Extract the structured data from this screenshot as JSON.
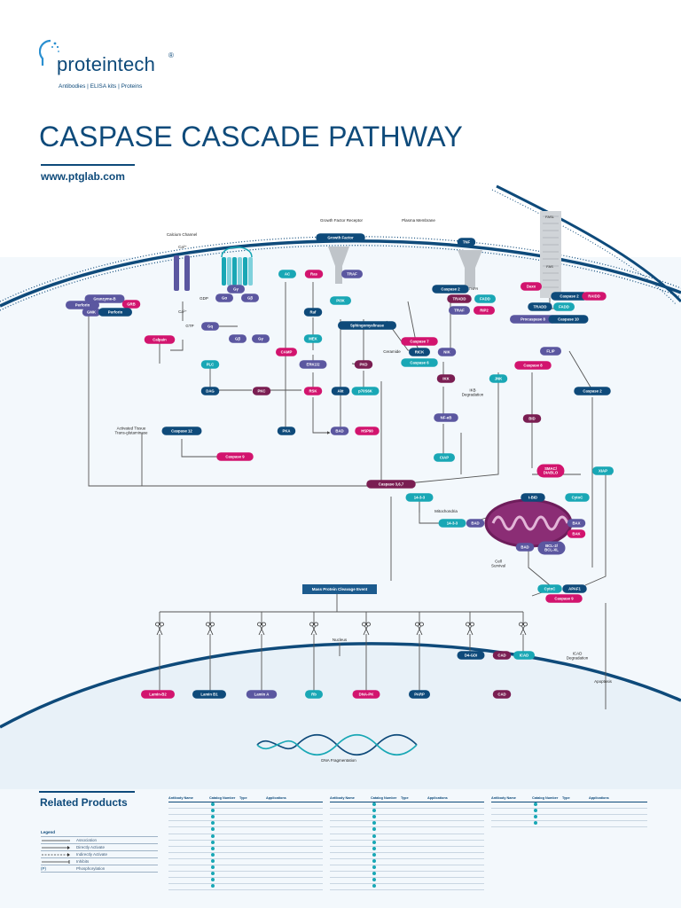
{
  "brand": {
    "name": "proteintech",
    "registered": "®",
    "tagline": "Antibodies  |  ELISA kits  |  Proteins"
  },
  "title": "CASPASE CASCADE PATHWAY",
  "url": "www.ptglab.com",
  "colors": {
    "navy": "#0e4a7a",
    "dark_navy": "#0c3b6a",
    "purple": "#5b57a0",
    "magenta": "#d2146e",
    "teal": "#19a7b5",
    "maroon": "#7a1e52",
    "membrane": "#0e4a7a",
    "cytoplasm": "#f3f8fc"
  },
  "diagram": {
    "labels": {
      "calcium_channel": "Calcium Channel",
      "gf_receptor": "Growth Factor Receptor",
      "plasma_membrane": "Plasma Membrane",
      "ca_out": "Ca²⁺",
      "ca_in": "Ca²⁺",
      "gdp": "GDP",
      "gtp": "GTP",
      "tissue_tg": "Activated Tissue\nTrans-glutaminase",
      "ceramide": "Ceramide",
      "ikb_deg": "IKB\nDegradation",
      "mitochondria": "Mitochondria",
      "cell_survival": "Cell\nSurvival",
      "nucleus": "Nucleus",
      "icad_deg": "ICAD\nDegradation",
      "apoptosis": "Apoptosis",
      "dna_frag": "DNA Fragmentation",
      "fasl": "FASL",
      "fas": "FAS",
      "tnfr": "TNFR"
    },
    "nodes": {
      "perforin1": "Perforin",
      "granzymeb": "Granzyme-B",
      "grb": "GRB",
      "gmk": "GMK",
      "perforin2": "Perforin",
      "gamma": "Gγ",
      "galpha": "Gα",
      "gbeta": "Gβ",
      "gq": "Gq",
      "gb2": "Gβ",
      "gy2": "Gγ",
      "calpain": "Calpain",
      "plc": "PLC",
      "dag": "DAG",
      "pkc": "PKC",
      "caspase12": "Caspase 12",
      "caspase9a": "Caspase 9",
      "growth_factor": "Growth Factor",
      "ac": "AC",
      "ras": "Ras",
      "traf_gf": "TRAF",
      "pi3k": "PI3K",
      "raf": "Raf",
      "mek": "MEK",
      "erk": "ERK1/2",
      "camp": "CAMP",
      "rsk": "RSK",
      "pka": "PKA",
      "akt": "Akt",
      "p70s6k": "p70S6K",
      "pkd": "PKD",
      "bad1": "BAD",
      "hsp90": "HSP90",
      "sphingo": "Sphingomyelinase",
      "tnf": "TNF",
      "caspase2a": "Caspase 2",
      "tradd1": "TRADD",
      "fadd1": "FADD",
      "traf2": "TRAF",
      "rip2": "RIP2",
      "caspase7": "Caspase 7",
      "rick": "RICK",
      "caspase6": "Caspase 6",
      "nik": "NIK",
      "ikk": "IKK",
      "nfkb": "NF-κB",
      "ciap": "CIAP",
      "jnk": "JNK",
      "daxx": "Daxx",
      "caspase2b": "Caspase 2",
      "raidd": "RAIDD",
      "tradd2": "TRADD",
      "fadd2": "FADD",
      "procaspase8": "Procaspase 8",
      "caspase10": "Caspase 10",
      "flip": "FLIP",
      "caspase8": "Caspase 8",
      "caspase2c": "Caspase 2",
      "bid": "BID",
      "smac": "SMAC/\nDIABLO",
      "xiap": "XIAP",
      "casp367": "Caspase 3,6,7",
      "p1433a": "14-3-3",
      "p1433b": "14-3-3",
      "bad2": "BAD",
      "tbid": "t-BID",
      "cytoc1": "CytoC",
      "bax": "BAX",
      "bak": "BAK",
      "bad3": "BAD",
      "bcl2": "BCL-2/\nBCL-XL",
      "cytoc2": "CytoC",
      "apaf1": "APAF1",
      "caspase9b": "Caspase 9",
      "mass_cleavage": "Mass Protein Cleavage Event",
      "d4gdi": "D4-GDI",
      "cad1": "CAD",
      "icad": "ICAD",
      "laminb2": "Lamin-B2",
      "laminb1": "Lamin B1",
      "lamina": "Lamin A",
      "rb": "Rb",
      "dnapk": "DNA-PK",
      "parp": "PARP",
      "cad2": "CAD"
    }
  },
  "related_products": {
    "heading": "Related Products",
    "legend": {
      "title": "Legend",
      "rows": [
        "Association",
        "Directly Activate",
        "Indirectly Activate",
        "Inhibits",
        "Phosphorylation"
      ],
      "phos_key": "(P)"
    },
    "tables": [
      {
        "headers": [
          "Antibody Name",
          "Catalog Number",
          "Type",
          "Applications"
        ],
        "rows": [
          [
            "",
            "",
            "",
            ""
          ],
          [
            "",
            "",
            "",
            ""
          ],
          [
            "",
            "",
            "",
            ""
          ],
          [
            "",
            "",
            "",
            ""
          ],
          [
            "",
            "",
            "",
            ""
          ],
          [
            "",
            "",
            "",
            ""
          ],
          [
            "",
            "",
            "",
            ""
          ],
          [
            "",
            "",
            "",
            ""
          ],
          [
            "",
            "",
            "",
            ""
          ],
          [
            "",
            "",
            "",
            ""
          ],
          [
            "",
            "",
            "",
            ""
          ],
          [
            "",
            "",
            "",
            ""
          ],
          [
            "",
            "",
            "",
            ""
          ],
          [
            "",
            "",
            "",
            ""
          ]
        ]
      },
      {
        "headers": [
          "Antibody Name",
          "Catalog Number",
          "Type",
          "Applications"
        ],
        "rows": [
          [
            "",
            "",
            "",
            ""
          ],
          [
            "",
            "",
            "",
            ""
          ],
          [
            "",
            "",
            "",
            ""
          ],
          [
            "",
            "",
            "",
            ""
          ],
          [
            "",
            "",
            "",
            ""
          ],
          [
            "",
            "",
            "",
            ""
          ],
          [
            "",
            "",
            "",
            ""
          ],
          [
            "",
            "",
            "",
            ""
          ],
          [
            "",
            "",
            "",
            ""
          ],
          [
            "",
            "",
            "",
            ""
          ],
          [
            "",
            "",
            "",
            ""
          ],
          [
            "",
            "",
            "",
            ""
          ],
          [
            "",
            "",
            "",
            ""
          ],
          [
            "",
            "",
            "",
            ""
          ]
        ]
      },
      {
        "headers": [
          "Antibody Name",
          "Catalog Number",
          "Type",
          "Applications"
        ],
        "rows": [
          [
            "",
            "",
            "",
            ""
          ],
          [
            "",
            "",
            "",
            ""
          ],
          [
            "",
            "",
            "",
            ""
          ],
          [
            "",
            "",
            "",
            ""
          ]
        ]
      }
    ],
    "footnote": ""
  }
}
